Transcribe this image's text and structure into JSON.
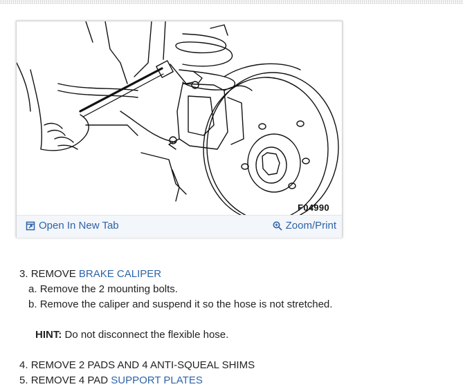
{
  "figure": {
    "code": "F04990",
    "open_tab_label": "Open In New Tab",
    "zoom_label": "Zoom/Print",
    "open_icon": "open-new-tab-icon",
    "zoom_icon": "magnifier-icon"
  },
  "steps": [
    {
      "number": "3.",
      "text": "REMOVE",
      "link": "BRAKE CALIPER",
      "substeps": [
        {
          "label": "a.",
          "text": "Remove the 2 mounting bolts."
        },
        {
          "label": "b.",
          "text": "Remove the caliper and suspend it so the hose is not stretched."
        }
      ],
      "hint": {
        "label": "HINT:",
        "text": "Do not disconnect the flexible hose."
      }
    },
    {
      "number": "4.",
      "text": "REMOVE 2 PADS AND 4 ANTI-SQUEAL SHIMS"
    },
    {
      "number": "5.",
      "text": "REMOVE 4 PAD",
      "link": "SUPPORT PLATES"
    }
  ],
  "colors": {
    "link": "#2d63a8",
    "text": "#222222",
    "bar_bg": "#f3f6fa"
  }
}
